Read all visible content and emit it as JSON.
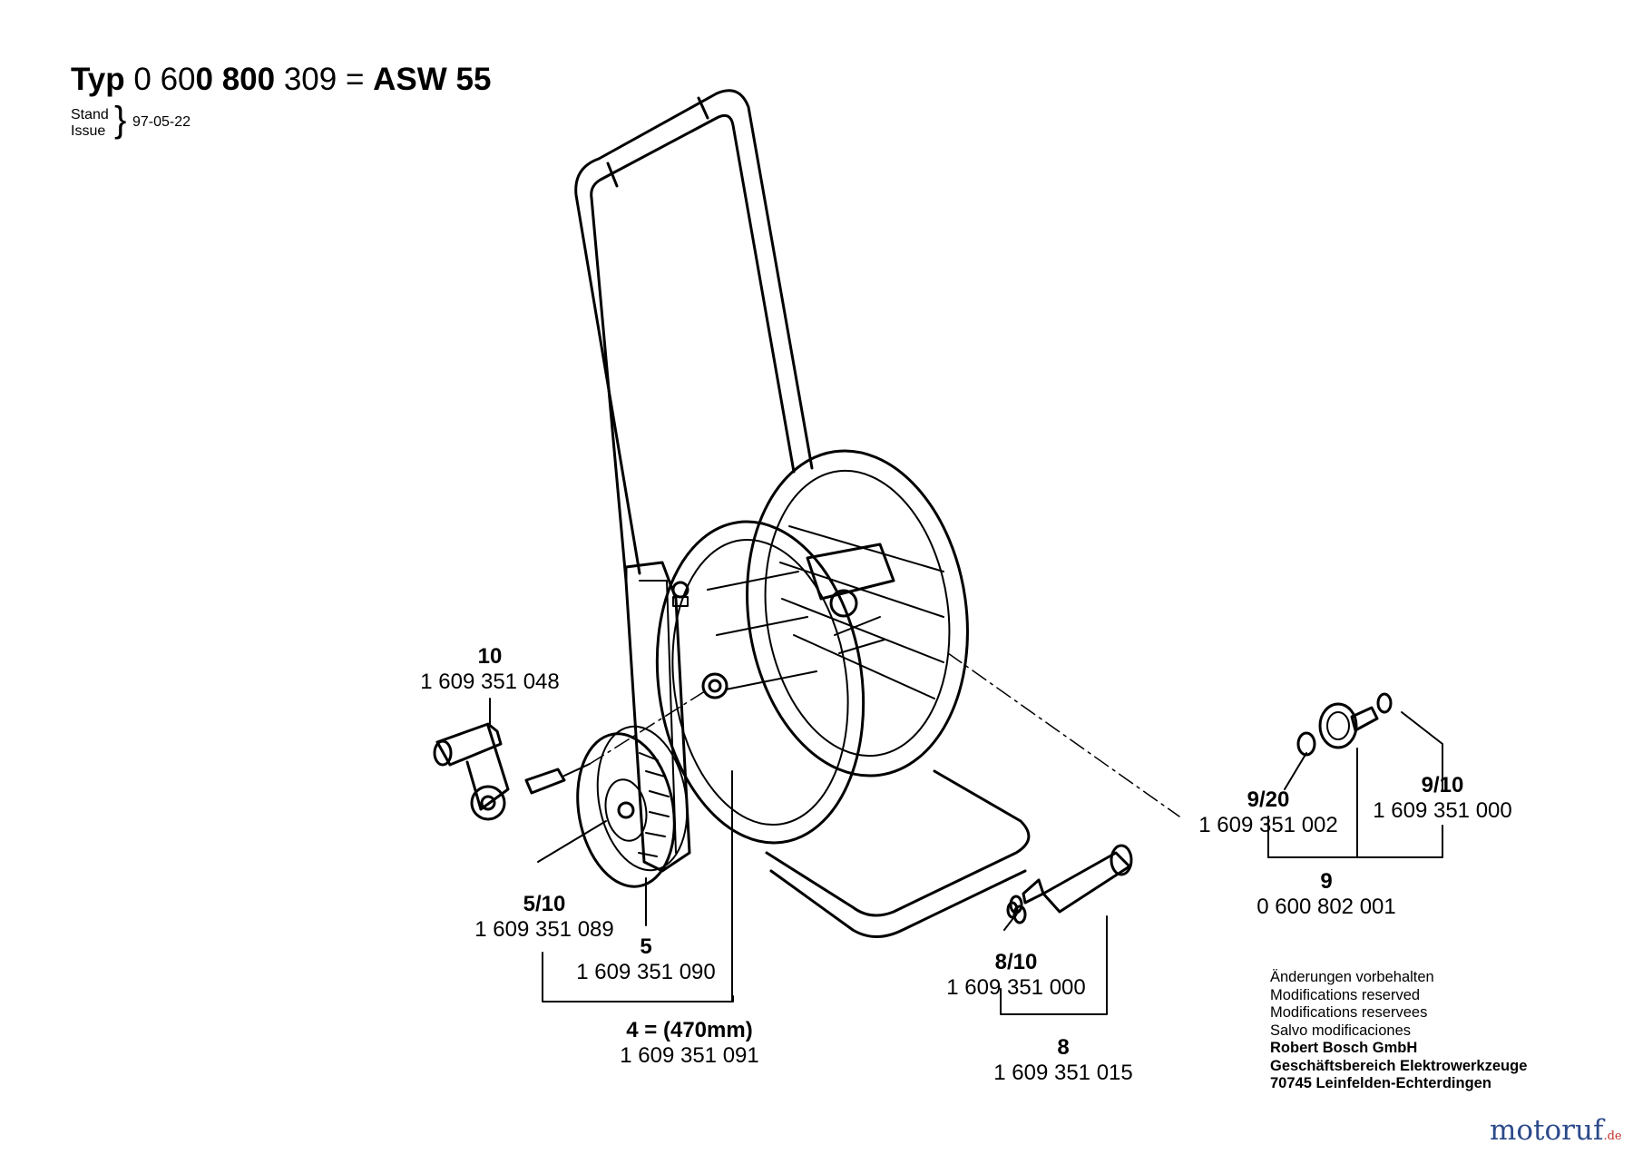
{
  "header": {
    "typ_word": "Typ",
    "part_a": "0 60",
    "part_b": "0 800",
    "part_c": "309 =",
    "model": "ASW 55",
    "stand_label": "Stand",
    "issue_label": "Issue",
    "date": "97-05-22"
  },
  "callouts": [
    {
      "id": "10",
      "num": "10",
      "part": "1 609 351 048"
    },
    {
      "id": "5_10",
      "num": "5/10",
      "part": "1 609 351 089"
    },
    {
      "id": "5",
      "num": "5",
      "part": "1 609 351 090"
    },
    {
      "id": "4",
      "num": "4 = (470mm)",
      "part": "1 609 351 091"
    },
    {
      "id": "8_10",
      "num": "8/10",
      "part": "1 609 351 000"
    },
    {
      "id": "8",
      "num": "8",
      "part": "1 609 351 015"
    },
    {
      "id": "9_20",
      "num": "9/20",
      "part": "1 609 351 002"
    },
    {
      "id": "9_10",
      "num": "9/10",
      "part": "1 609 351 000"
    },
    {
      "id": "9",
      "num": "9",
      "part": "0 600 802 001"
    }
  ],
  "notice": {
    "line1": "Änderungen vorbehalten",
    "line2": "Modifications reserved",
    "line3": "Modifications reservees",
    "line4": "Salvo modificaciones",
    "company": "Robert Bosch GmbH",
    "division": "Geschäftsbereich Elektrowerkzeuge",
    "address": "70745 Leinfelden-Echterdingen"
  },
  "watermark": {
    "main": "motoruf",
    "tld": ".de",
    "colors": [
      "#2c4a8a",
      "#c2302a"
    ]
  }
}
